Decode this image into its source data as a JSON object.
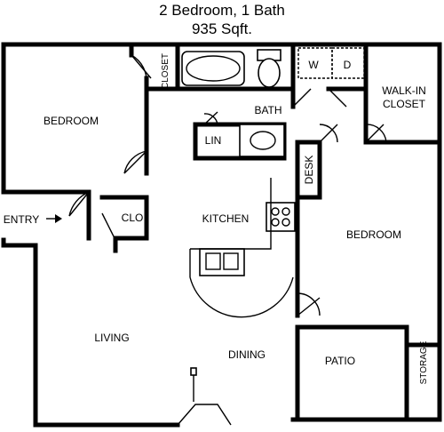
{
  "header": {
    "line1": "2 Bedroom, 1 Bath",
    "line2": "935 Sqft."
  },
  "rooms": {
    "bedroom1": "BEDROOM",
    "closet": "CLOSET",
    "bath": "BATH",
    "washer": "W",
    "dryer": "D",
    "walk_in_line1": "WALK-IN",
    "walk_in_line2": "CLOSET",
    "linen": "LIN",
    "desk": "DESK",
    "entry": "ENTRY",
    "coat_closet": "CLO",
    "kitchen": "KITCHEN",
    "bedroom2": "BEDROOM",
    "living": "LIVING",
    "dining": "DINING",
    "patio": "PATIO",
    "storage": "STORAGE"
  }
}
